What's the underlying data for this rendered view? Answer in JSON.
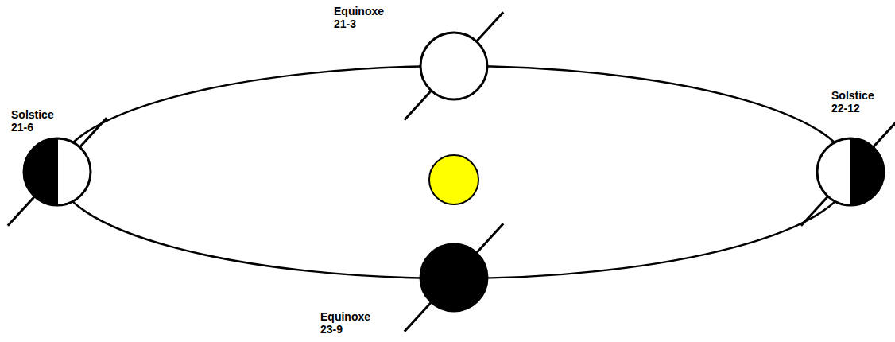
{
  "diagram": {
    "labels": [
      "Equinoxe 21-3",
      "Solstice 21-6",
      "Solstice 22-12",
      "Equinoxe 23-9"
    ]
  }
}
